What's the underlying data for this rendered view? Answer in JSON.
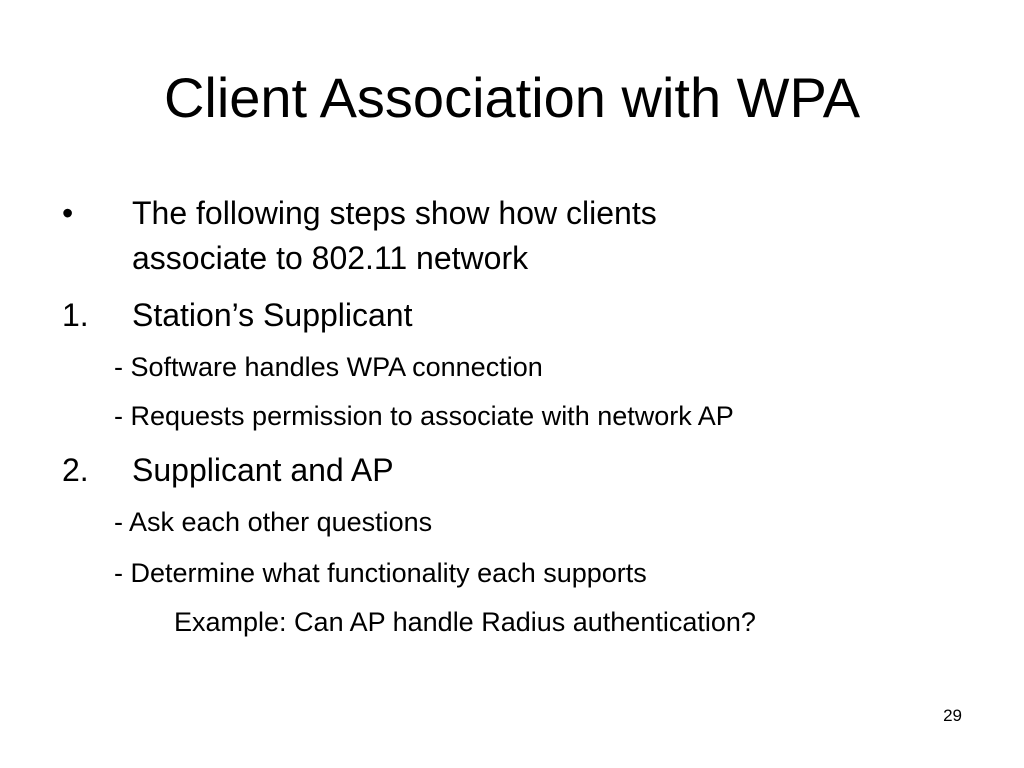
{
  "slide": {
    "title": "Client Association with WPA",
    "intro": {
      "marker": "•",
      "line1": "The following steps show how clients",
      "line2": "associate to 802.11 network"
    },
    "steps": [
      {
        "marker": "1.",
        "label": "Station’s Supplicant",
        "subitems": [
          "- Software handles WPA connection",
          "- Requests permission to associate with network AP"
        ]
      },
      {
        "marker": "2.",
        "label": "Supplicant and AP",
        "subitems": [
          "- Ask each other questions",
          "- Determine what functionality each supports"
        ],
        "example": "Example: Can AP handle Radius authentication?"
      }
    ],
    "page_number": "29"
  }
}
